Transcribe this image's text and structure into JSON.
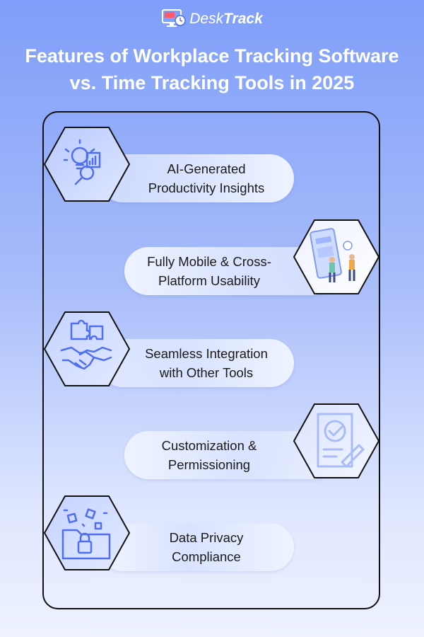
{
  "brand": {
    "name_light": "Desk",
    "name_bold": "Track"
  },
  "title": {
    "line1": "Features of Workplace Tracking Software",
    "line2": "vs. Time Tracking Tools in 2025"
  },
  "features": [
    {
      "line1": "AI-Generated",
      "line2": "Productivity Insights",
      "icon": "lightbulb-magnifier-icon"
    },
    {
      "line1": "Fully Mobile & Cross-",
      "line2": "Platform Usability",
      "icon": "mobile-people-icon"
    },
    {
      "line1": "Seamless Integration",
      "line2": "with Other Tools",
      "icon": "puzzle-handshake-icon"
    },
    {
      "line1": "Customization &",
      "line2": "Permissioning",
      "icon": "document-checkmark-icon"
    },
    {
      "line1": "Data Privacy",
      "line2": "Compliance",
      "icon": "folder-lock-icon"
    }
  ],
  "colors": {
    "accent": "#4f6ff0",
    "background_top": "#7f9ef9",
    "background_bottom": "#eef2ff"
  }
}
